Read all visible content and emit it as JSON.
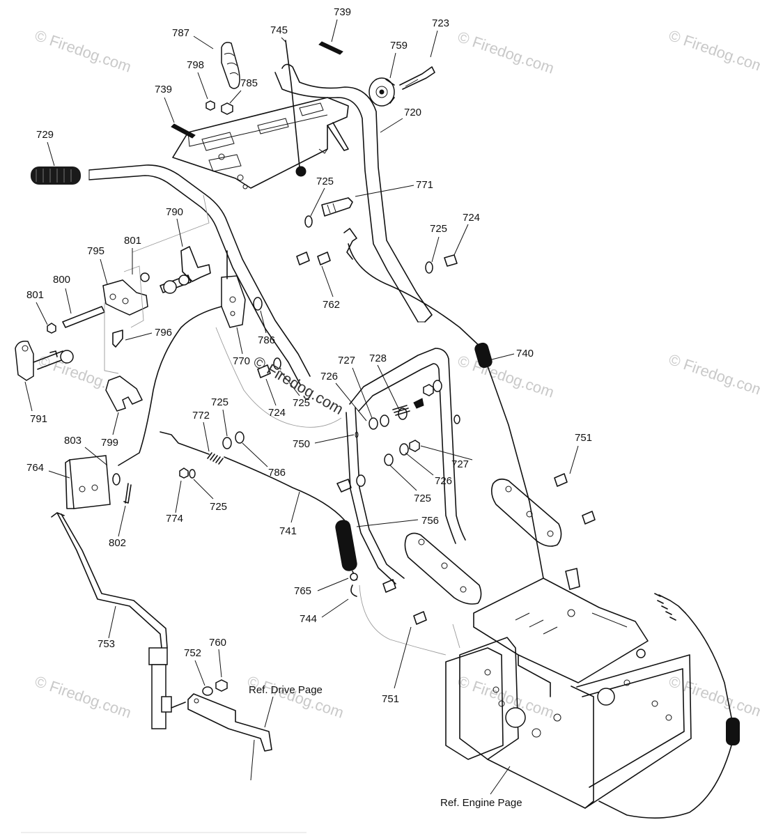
{
  "watermark": {
    "text": "© Firedog.com",
    "center_text": "© Firedog.com"
  },
  "callouts": [
    {
      "id": "c-739a",
      "text": "739"
    },
    {
      "id": "c-723",
      "text": "723"
    },
    {
      "id": "c-787",
      "text": "787"
    },
    {
      "id": "c-745",
      "text": "745"
    },
    {
      "id": "c-759",
      "text": "759"
    },
    {
      "id": "c-798",
      "text": "798"
    },
    {
      "id": "c-785",
      "text": "785"
    },
    {
      "id": "c-720",
      "text": "720"
    },
    {
      "id": "c-739b",
      "text": "739"
    },
    {
      "id": "c-729",
      "text": "729"
    },
    {
      "id": "c-725a",
      "text": "725"
    },
    {
      "id": "c-771",
      "text": "771"
    },
    {
      "id": "c-790",
      "text": "790"
    },
    {
      "id": "c-725b",
      "text": "725"
    },
    {
      "id": "c-724a",
      "text": "724"
    },
    {
      "id": "c-801a",
      "text": "801"
    },
    {
      "id": "c-795",
      "text": "795"
    },
    {
      "id": "c-800",
      "text": "800"
    },
    {
      "id": "c-762",
      "text": "762"
    },
    {
      "id": "c-801b",
      "text": "801"
    },
    {
      "id": "c-796",
      "text": "796"
    },
    {
      "id": "c-786a",
      "text": "786"
    },
    {
      "id": "c-770",
      "text": "770"
    },
    {
      "id": "c-740",
      "text": "740"
    },
    {
      "id": "c-727a",
      "text": "727"
    },
    {
      "id": "c-728",
      "text": "728"
    },
    {
      "id": "c-726a",
      "text": "726"
    },
    {
      "id": "c-791",
      "text": "791"
    },
    {
      "id": "c-724b",
      "text": "724"
    },
    {
      "id": "c-725c",
      "text": "725"
    },
    {
      "id": "c-799",
      "text": "799"
    },
    {
      "id": "c-725d",
      "text": "725"
    },
    {
      "id": "c-772",
      "text": "772"
    },
    {
      "id": "c-750",
      "text": "750"
    },
    {
      "id": "c-803",
      "text": "803"
    },
    {
      "id": "c-751a",
      "text": "751"
    },
    {
      "id": "c-764",
      "text": "764"
    },
    {
      "id": "c-727b",
      "text": "727"
    },
    {
      "id": "c-786b",
      "text": "786"
    },
    {
      "id": "c-726b",
      "text": "726"
    },
    {
      "id": "c-725e",
      "text": "725"
    },
    {
      "id": "c-774",
      "text": "774"
    },
    {
      "id": "c-725f",
      "text": "725"
    },
    {
      "id": "c-802",
      "text": "802"
    },
    {
      "id": "c-741",
      "text": "741"
    },
    {
      "id": "c-756",
      "text": "756"
    },
    {
      "id": "c-765",
      "text": "765"
    },
    {
      "id": "c-744",
      "text": "744"
    },
    {
      "id": "c-753",
      "text": "753"
    },
    {
      "id": "c-760",
      "text": "760"
    },
    {
      "id": "c-752",
      "text": "752"
    },
    {
      "id": "c-751b",
      "text": "751"
    }
  ],
  "references": {
    "drive": "Ref. Drive Page",
    "engine": "Ref. Engine Page"
  }
}
